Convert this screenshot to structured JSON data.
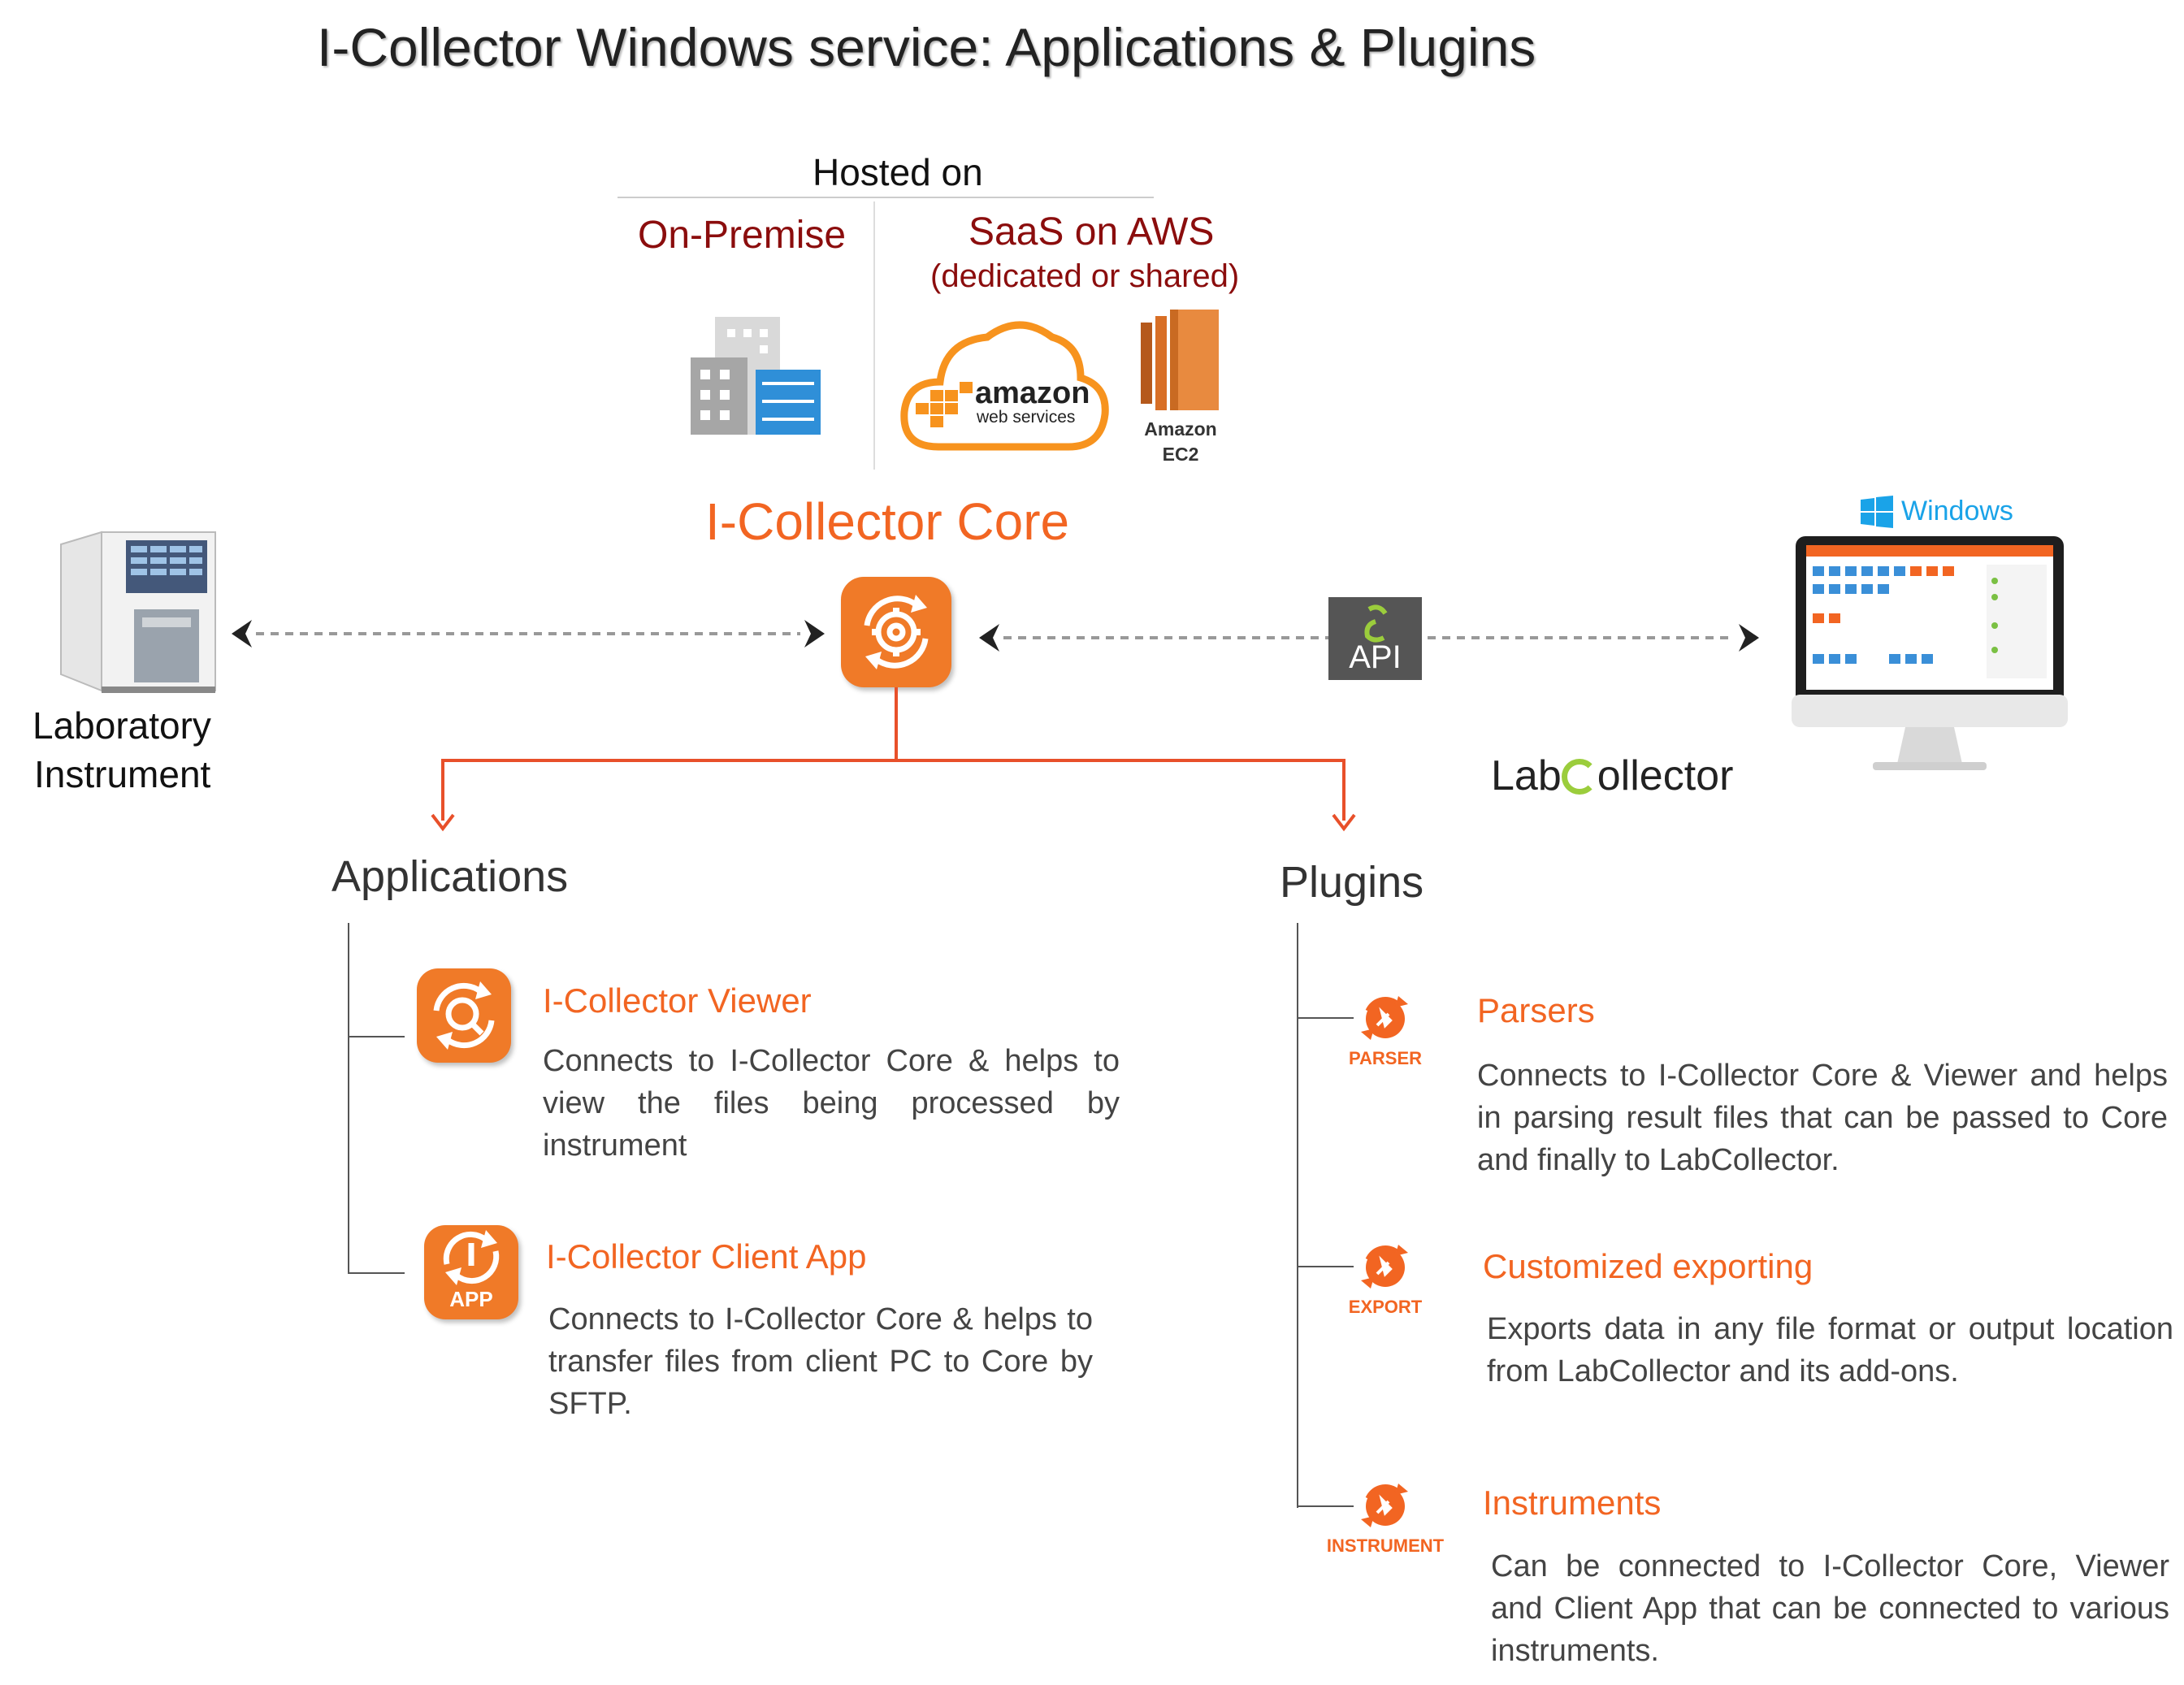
{
  "title": "I-Collector Windows service: Applications & Plugins",
  "hosting": {
    "heading": "Hosted on",
    "on_premise": "On-Premise",
    "saas_title": "SaaS on AWS",
    "saas_sub": "(dedicated or shared)",
    "aws_logo_line1": "amazon",
    "aws_logo_line2": "web services",
    "ec2_line1": "Amazon",
    "ec2_line2": "EC2"
  },
  "core": {
    "title": "I-Collector Core"
  },
  "instrument": {
    "line1": "Laboratory",
    "line2": "Instrument"
  },
  "api": {
    "label": "API"
  },
  "labcollector": {
    "logo_left": "Lab",
    "logo_right": "ollector",
    "os_label": "Windows"
  },
  "applications": {
    "heading": "Applications",
    "items": [
      {
        "title": "I-Collector Viewer",
        "description": "Connects to I-Collector Core & helps to view the files being processed by instrument",
        "icon": "magnifier-sync-icon"
      },
      {
        "title": "I-Collector Client App",
        "description": "Connects to I-Collector Core & helps to transfer files from client PC to Core by SFTP.",
        "icon_label": "APP",
        "icon": "power-sync-icon"
      }
    ]
  },
  "plugins": {
    "heading": "Plugins",
    "items": [
      {
        "tag": "PARSER",
        "title": "Parsers",
        "description": "Connects to I-Collector Core & Viewer and helps in parsing result files that can be passed to Core and finally to LabCollector."
      },
      {
        "tag": "EXPORT",
        "title": "Customized exporting",
        "description": "Exports data in any file format or output location from LabCollector and its add-ons."
      },
      {
        "tag": "INSTRUMENT",
        "title": "Instruments",
        "description": "Can be connected to I-Collector Core, Viewer and Client App that can be connected to various instruments."
      }
    ]
  },
  "colors": {
    "accent": "#f26522",
    "dark_red": "#8b0d0d",
    "aws_orange": "#f7931e"
  }
}
